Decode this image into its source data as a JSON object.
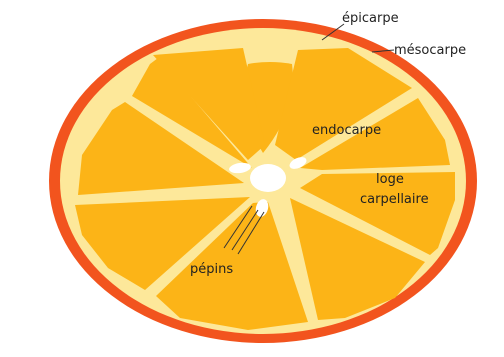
{
  "diagram": {
    "labels": {
      "epicarpe": "épicarpe",
      "mesocarpe": "mésocarpe",
      "endocarpe": "endocarpe",
      "loge_line1": "loge",
      "loge_line2": "carpellaire",
      "pepins": "pépins"
    },
    "colors": {
      "epicarp": "#f2541e",
      "mesocarp": "#fde89a",
      "segment": "#fcb417",
      "center": "#ffffff",
      "seed": "#ffffff",
      "text": "#222222",
      "leader": "#333333"
    }
  }
}
